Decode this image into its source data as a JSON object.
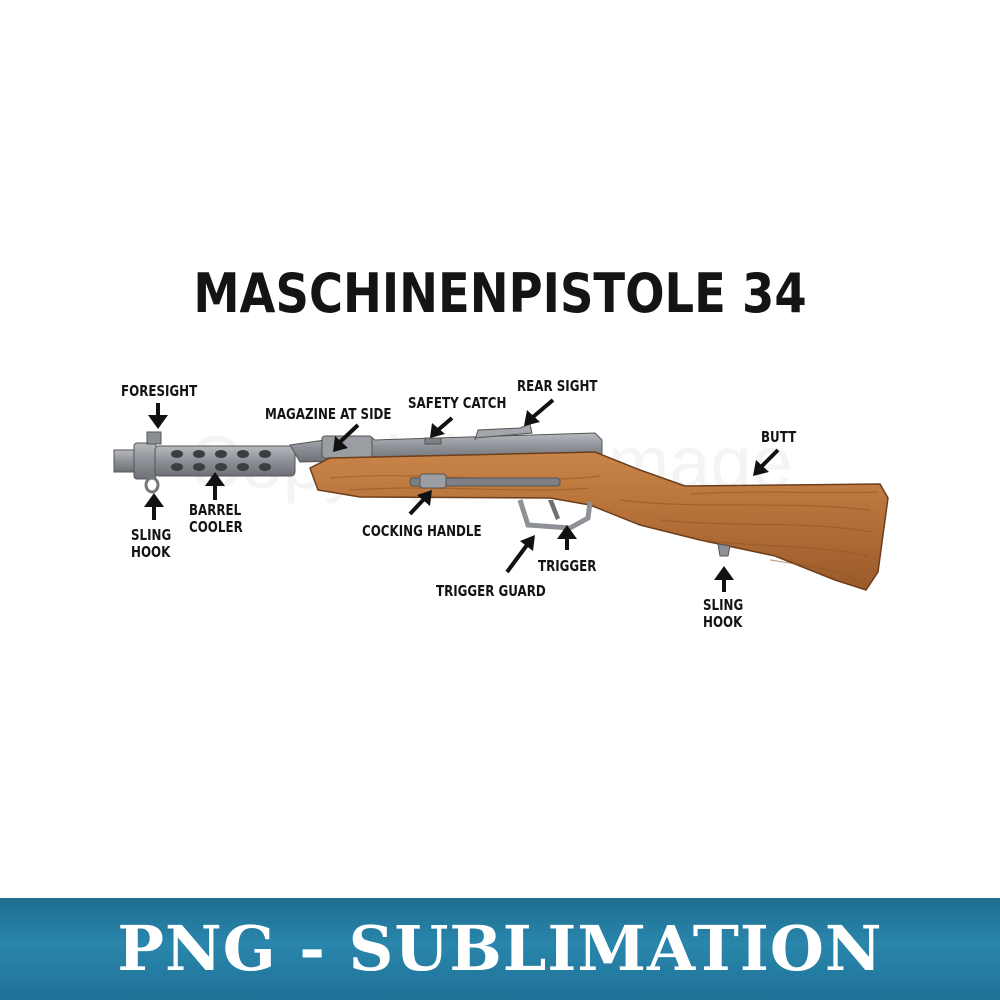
{
  "title": "MASCHINENPISTOLE 34",
  "watermark": "CopyrightedImage",
  "labels": {
    "foresight": "FORESIGHT",
    "magazine_at_side": "MAGAZINE AT SIDE",
    "safety_catch": "SAFETY CATCH",
    "rear_sight": "REAR SIGHT",
    "butt": "BUTT",
    "barrel_cooler_line1": "BARREL",
    "barrel_cooler_line2": "COOLER",
    "sling_hook_front_line1": "SLING",
    "sling_hook_front_line2": "HOOK",
    "cocking_handle": "COCKING HANDLE",
    "trigger": "TRIGGER",
    "trigger_guard": "TRIGGER GUARD",
    "sling_hook_rear_line1": "SLING",
    "sling_hook_rear_line2": "HOOK"
  },
  "banner": {
    "text": "PNG - SUBLIMATION",
    "color": "#2a86ac"
  },
  "colors": {
    "wood": "#b8743d",
    "metal": "#8e9196",
    "text": "#141414"
  }
}
